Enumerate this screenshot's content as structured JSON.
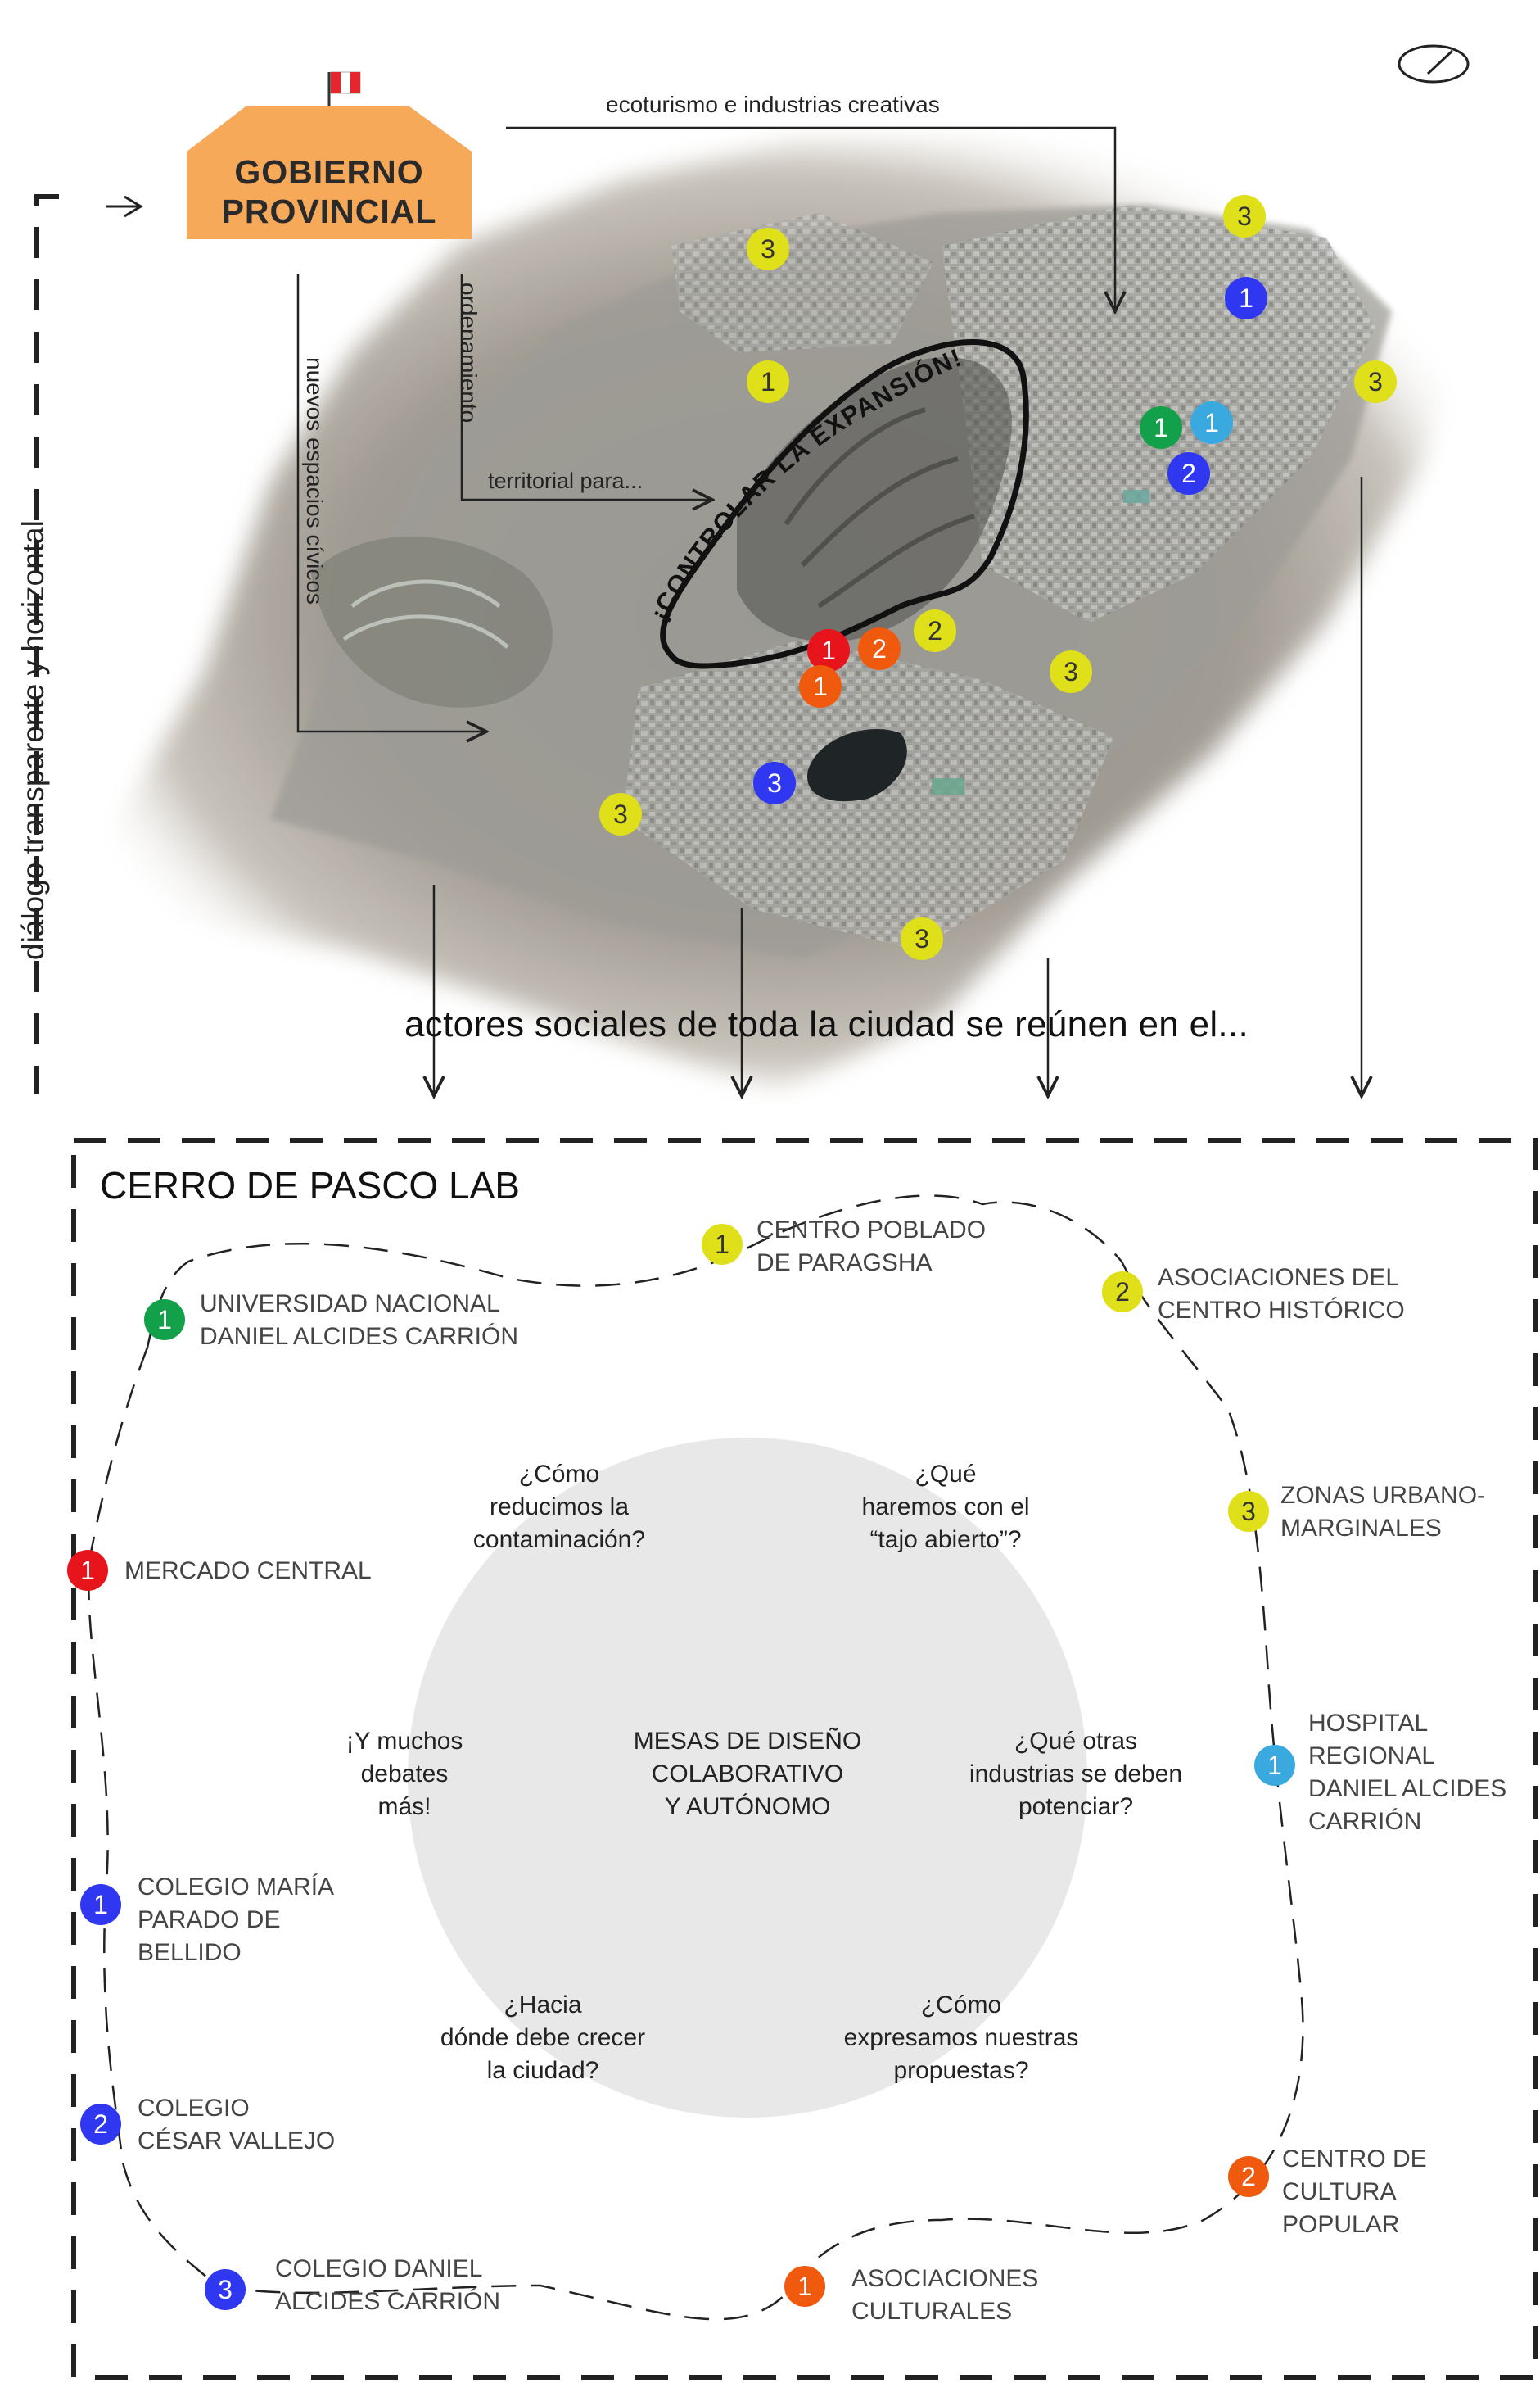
{
  "colors": {
    "red": "#e8141c",
    "orange": "#ef5a0f",
    "yellow": "#dfdf1a",
    "green": "#12a04a",
    "light_blue": "#3aa9df",
    "blue": "#2f37f0",
    "flag_red": "#e6262c",
    "house": "#f7a95a",
    "dashed": "#2a2a2a",
    "circle": "#e8e8e8"
  },
  "top": {
    "building_title": [
      "GOBIERNO",
      "PROVINCIAL"
    ],
    "arrow_labels": {
      "ecoturismo": "ecoturismo e industrias creativas",
      "ordenamiento": "ordenamiento",
      "territorial": "territorial para...",
      "nuevos": "nuevos espacios cívicos",
      "dialogo": "diálogo transparente y horizontal"
    },
    "map_annotation": "¡CONTROLAR LA EXPANSIÓN!",
    "tagline": "actores sociales de toda la ciudad se reúnen en el..."
  },
  "map_markers": [
    {
      "n": "3",
      "color": "yellow"
    },
    {
      "n": "1",
      "color": "yellow"
    },
    {
      "n": "3",
      "color": "yellow"
    },
    {
      "n": "1",
      "color": "blue"
    },
    {
      "n": "3",
      "color": "yellow"
    },
    {
      "n": "1",
      "color": "green"
    },
    {
      "n": "1",
      "color": "light_blue"
    },
    {
      "n": "2",
      "color": "blue"
    },
    {
      "n": "2",
      "color": "yellow"
    },
    {
      "n": "1",
      "color": "red"
    },
    {
      "n": "2",
      "color": "orange"
    },
    {
      "n": "1",
      "color": "orange"
    },
    {
      "n": "3",
      "color": "yellow"
    },
    {
      "n": "3",
      "color": "blue"
    },
    {
      "n": "3",
      "color": "yellow"
    },
    {
      "n": "3",
      "color": "yellow"
    }
  ],
  "lab": {
    "title": "CERRO DE PASCO LAB",
    "center": [
      "MESAS DE DISEÑO",
      "COLABORATIVO",
      "Y AUTÓNOMO"
    ],
    "questions": [
      [
        "¿Cómo",
        "reducimos la",
        "contaminación?"
      ],
      [
        "¿Qué",
        "haremos con el",
        "“tajo abierto”?"
      ],
      [
        "¡Y muchos",
        "debates",
        "más!"
      ],
      [
        "¿Qué otras",
        "industrias se deben",
        "potenciar?"
      ],
      [
        "¿Hacia",
        "dónde debe crecer",
        "la ciudad?"
      ],
      [
        "¿Cómo",
        "expresamos nuestras",
        "propuestas?"
      ]
    ],
    "actors": [
      {
        "n": "1",
        "color": "yellow",
        "lines": [
          "Centro poblado",
          "de Paragsha"
        ]
      },
      {
        "n": "2",
        "color": "yellow",
        "lines": [
          "Asociaciones del",
          "centro histórico"
        ]
      },
      {
        "n": "1",
        "color": "green",
        "lines": [
          "Universidad Nacional",
          "Daniel Alcides Carrión"
        ]
      },
      {
        "n": "3",
        "color": "yellow",
        "lines": [
          "Zonas urbano-",
          "marginales"
        ]
      },
      {
        "n": "1",
        "color": "red",
        "lines": [
          "Mercado Central"
        ]
      },
      {
        "n": "1",
        "color": "light_blue",
        "lines": [
          "Hospital",
          "Regional",
          "Daniel Alcides",
          "Carrión"
        ]
      },
      {
        "n": "1",
        "color": "blue",
        "lines": [
          "Colegio María",
          "Parado de",
          "Bellido"
        ]
      },
      {
        "n": "2",
        "color": "blue",
        "lines": [
          "Colegio",
          "César Vallejo"
        ]
      },
      {
        "n": "2",
        "color": "orange",
        "lines": [
          "Centro de",
          "cultura",
          "popular"
        ]
      },
      {
        "n": "3",
        "color": "blue",
        "lines": [
          "Colegio Daniel",
          "Alcides Carrión"
        ]
      },
      {
        "n": "1",
        "color": "orange",
        "lines": [
          "Asociaciones",
          "culturales"
        ]
      }
    ]
  }
}
